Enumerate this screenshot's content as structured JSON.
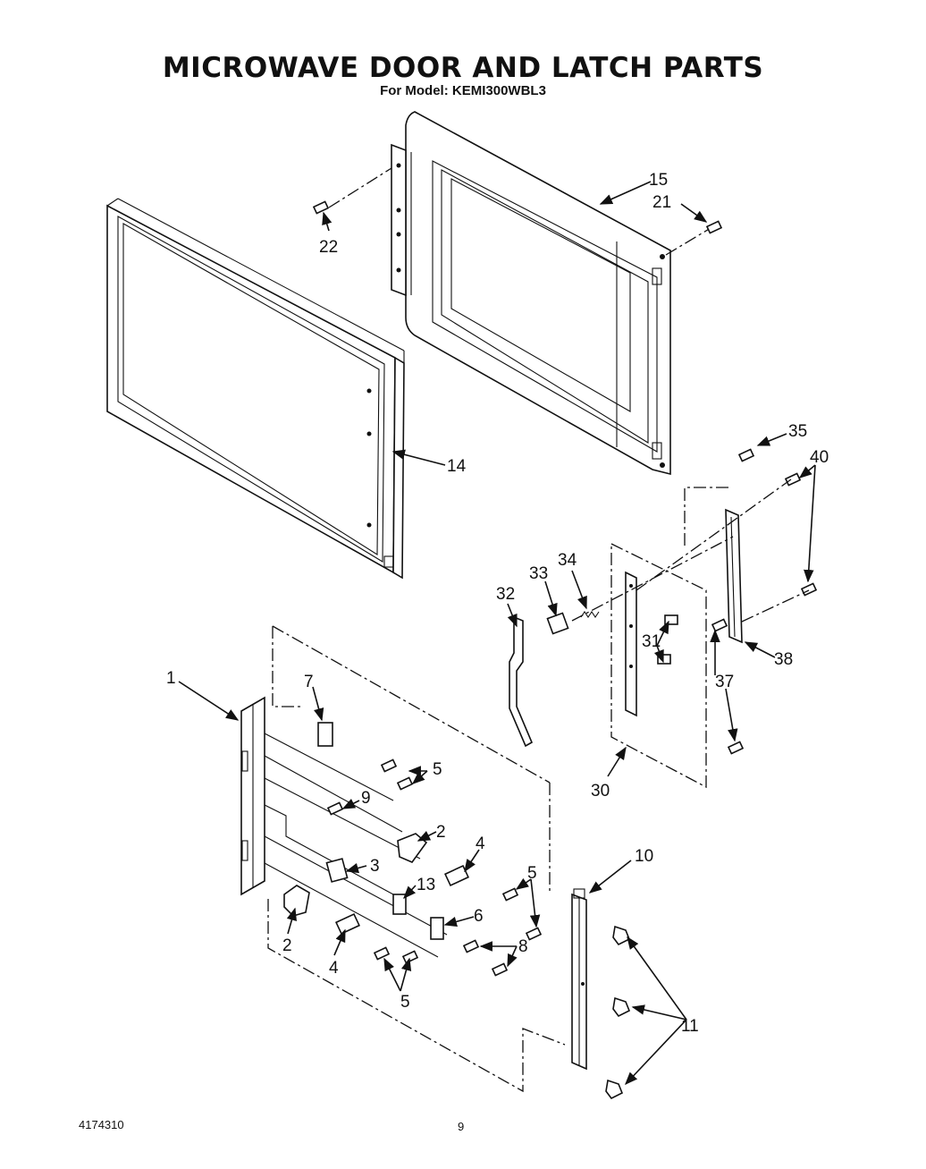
{
  "header": {
    "title": "MICROWAVE DOOR AND LATCH PARTS",
    "subtitle": "For Model: KEMI300WBL3"
  },
  "footer": {
    "doc_number": "4174310",
    "page_number": "9"
  },
  "callouts": {
    "c1": "1",
    "c2a": "2",
    "c2b": "2",
    "c3": "3",
    "c4a": "4",
    "c4b": "4",
    "c5a": "5",
    "c5b": "5",
    "c5c": "5",
    "c6": "6",
    "c7": "7",
    "c8": "8",
    "c9": "9",
    "c10": "10",
    "c11": "11",
    "c13": "13",
    "c14": "14",
    "c15": "15",
    "c21": "21",
    "c22": "22",
    "c30": "30",
    "c31": "31",
    "c32": "32",
    "c33": "33",
    "c34": "34",
    "c35": "35",
    "c37": "37",
    "c38": "38",
    "c40": "40"
  }
}
